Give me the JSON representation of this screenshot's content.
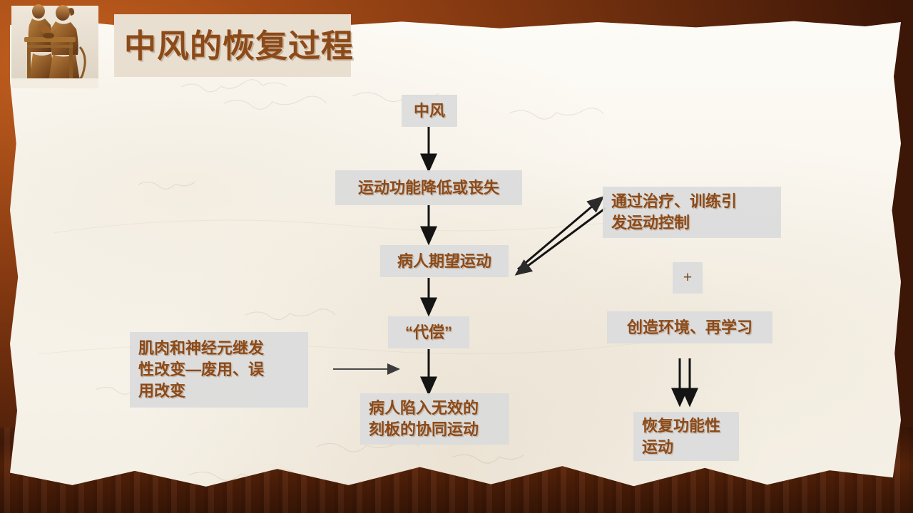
{
  "slide": {
    "title": "中风的恢复过程",
    "title_color": "#8c4a18",
    "node_fill": "#dadbdc",
    "title_fill": "#e9dfd1",
    "background": "torn-paper-on-rust-texture"
  },
  "image": {
    "name": "bronze-statue-tcm-pulse-diagnosis",
    "alt": "两位铜像人物围坐桌前诊脉"
  },
  "flowchart": {
    "nodes": [
      {
        "id": "stroke",
        "label": "中风"
      },
      {
        "id": "motor_loss",
        "label": "运动功能降低或丧失"
      },
      {
        "id": "patient_hope",
        "label": "病人期望运动"
      },
      {
        "id": "compensation",
        "label": "“代偿”"
      },
      {
        "id": "ineffective",
        "label": "病人陷入无效的\n刻板的协同运动"
      },
      {
        "id": "secondary",
        "label": "肌肉和神经元继发\n性改变—废用、误\n用改变"
      },
      {
        "id": "treatment",
        "label": "通过治疗、训练引\n发运动控制"
      },
      {
        "id": "plus",
        "label": "+"
      },
      {
        "id": "environment",
        "label": "创造环境、再学习"
      },
      {
        "id": "recovery",
        "label": "恢复功能性\n运动"
      }
    ],
    "edges": [
      {
        "from": "stroke",
        "to": "motor_loss",
        "style": "down-arrow"
      },
      {
        "from": "motor_loss",
        "to": "patient_hope",
        "style": "down-arrow"
      },
      {
        "from": "patient_hope",
        "to": "compensation",
        "style": "down-arrow"
      },
      {
        "from": "compensation",
        "to": "ineffective",
        "style": "down-arrow"
      },
      {
        "from": "secondary",
        "to": "compensation",
        "style": "right-arrow-thin"
      },
      {
        "from": "patient_hope",
        "to": "treatment",
        "style": "diagonal-up-arrow"
      },
      {
        "from": "treatment",
        "to": "patient_hope",
        "style": "diagonal-down-arrow"
      },
      {
        "from": "environment",
        "to": "recovery",
        "style": "double-down-arrow"
      }
    ]
  }
}
